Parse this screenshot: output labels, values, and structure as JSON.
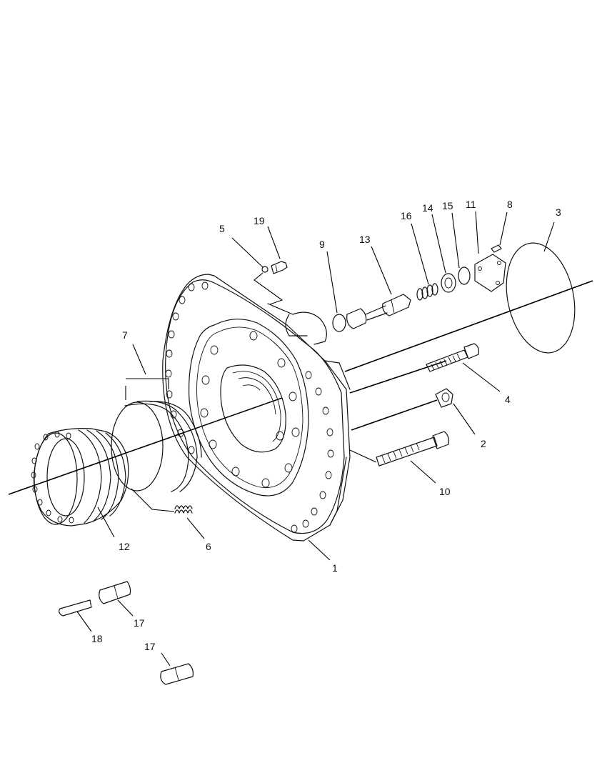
{
  "diagram": {
    "callouts": [
      {
        "id": "1",
        "text": "1"
      },
      {
        "id": "2",
        "text": "2"
      },
      {
        "id": "3",
        "text": "3"
      },
      {
        "id": "4",
        "text": "4"
      },
      {
        "id": "5",
        "text": "5"
      },
      {
        "id": "6",
        "text": "6"
      },
      {
        "id": "7",
        "text": "7"
      },
      {
        "id": "8",
        "text": "8"
      },
      {
        "id": "9",
        "text": "9"
      },
      {
        "id": "10",
        "text": "10"
      },
      {
        "id": "11",
        "text": "11"
      },
      {
        "id": "12",
        "text": "12"
      },
      {
        "id": "13",
        "text": "13"
      },
      {
        "id": "14",
        "text": "14"
      },
      {
        "id": "15",
        "text": "15"
      },
      {
        "id": "16",
        "text": "16"
      },
      {
        "id": "17a",
        "text": "17"
      },
      {
        "id": "17b",
        "text": "17"
      },
      {
        "id": "18",
        "text": "18"
      },
      {
        "id": "19",
        "text": "19"
      }
    ]
  }
}
